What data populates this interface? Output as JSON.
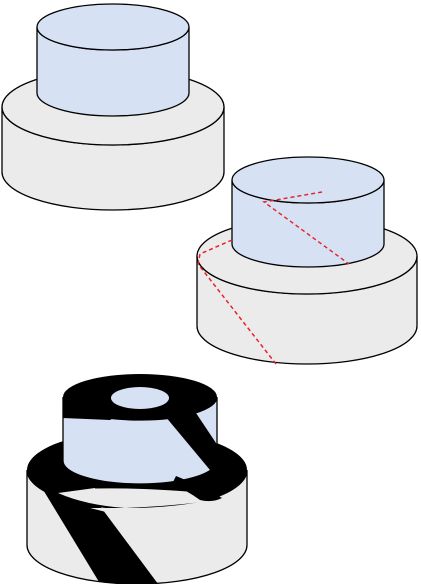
{
  "colors": {
    "top_tier_fill": "#d6e2f4",
    "base_tier_fill": "#ebebeb",
    "outline": "#000000",
    "cut_line": "#e8222a",
    "band": "#000000",
    "background": "#ffffff"
  },
  "figures": [
    {
      "name": "plain-two-tier-cylinder"
    },
    {
      "name": "two-tier-cylinder-with-red-dashed-cut-path"
    },
    {
      "name": "two-tier-cylinder-with-black-band"
    }
  ]
}
